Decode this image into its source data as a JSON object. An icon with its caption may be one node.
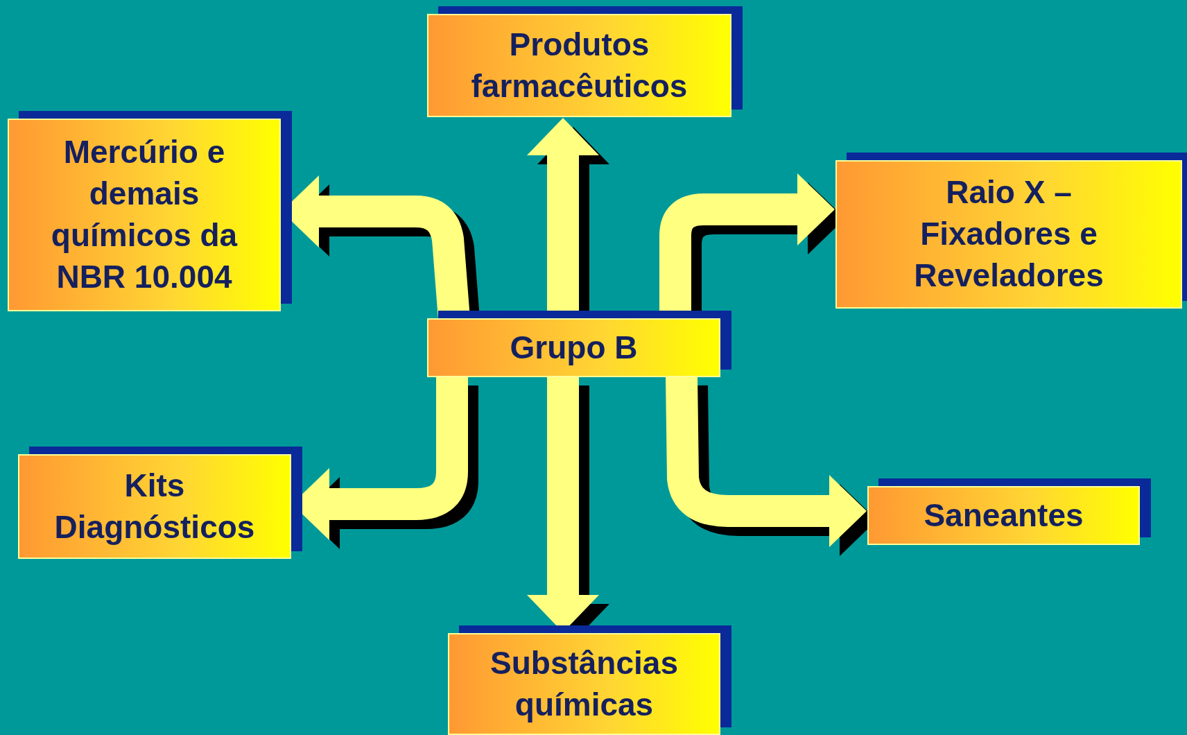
{
  "diagram": {
    "nodes": [
      {
        "text": [
          "Grupo B"
        ]
      },
      {
        "text": [
          "Produtos farmacêuticos"
        ]
      },
      {
        "text": [
          "Mercúrio e demais químicos da NBR 10.004"
        ]
      },
      {
        "text": [
          "Raio X – Fixadores e Reveladores"
        ]
      },
      {
        "text": [
          "Kits Diagnósticos"
        ]
      },
      {
        "text": [
          "Saneantes"
        ]
      },
      {
        "text": [
          "Substâncias químicas"
        ]
      }
    ],
    "edges": [
      {
        "from": 0,
        "to": 1,
        "arrow": "to"
      },
      {
        "from": 0,
        "to": 2,
        "arrow": "to"
      },
      {
        "from": 0,
        "to": 3,
        "arrow": "to"
      },
      {
        "from": 0,
        "to": 4,
        "arrow": "to"
      },
      {
        "from": 0,
        "to": 6,
        "arrow": "to"
      },
      {
        "from": 0,
        "to": 5,
        "arrow": "to"
      }
    ]
  }
}
